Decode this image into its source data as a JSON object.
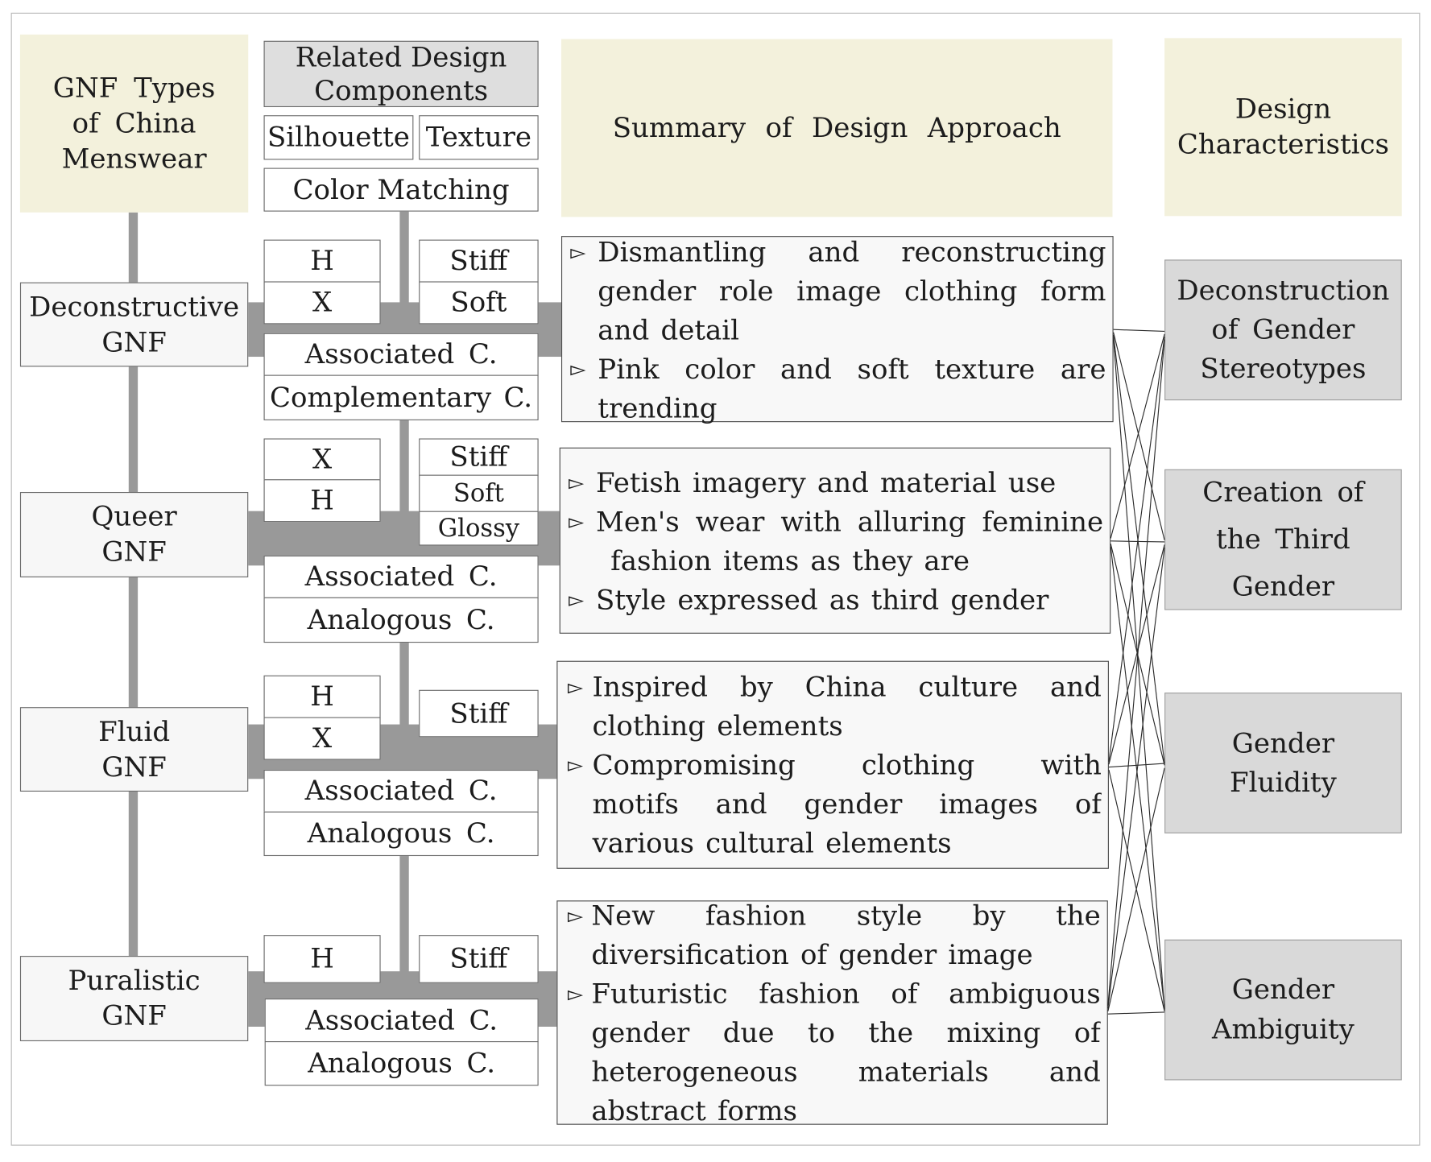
{
  "headers": {
    "gnf_types": [
      "GNF Types",
      "of China",
      "Menswear"
    ],
    "related_components": [
      "Related Design",
      "Components"
    ],
    "silhouette": "Silhouette",
    "texture": "Texture",
    "color_matching": "Color Matching",
    "summary": "Summary of Design Approach",
    "characteristics": [
      "Design",
      "Characteristics"
    ]
  },
  "gnf_types": [
    {
      "name": [
        "Deconstructive",
        "GNF"
      ],
      "silhouette": [
        "H",
        "X"
      ],
      "texture": [
        "Stiff",
        "Soft"
      ],
      "color_matching": [
        "Associated C.",
        "Complementary C."
      ]
    },
    {
      "name": [
        "Queer",
        "GNF"
      ],
      "silhouette": [
        "X",
        "H"
      ],
      "texture": [
        "Stiff",
        "Soft",
        "Glossy"
      ],
      "color_matching": [
        "Associated C.",
        "Analogous C."
      ]
    },
    {
      "name": [
        "Fluid",
        "GNF"
      ],
      "silhouette": [
        "H",
        "X"
      ],
      "texture": [
        "Stiff"
      ],
      "color_matching": [
        "Associated C.",
        "Analogous C."
      ]
    },
    {
      "name": [
        "Puralistic",
        "GNF"
      ],
      "silhouette": [
        "H"
      ],
      "texture": [
        "Stiff"
      ],
      "color_matching": [
        "Associated C.",
        "Analogous C."
      ]
    }
  ],
  "bullet_glyph": "▻",
  "summaries": [
    [
      [
        "Dismantling and reconstructing",
        "gender role image clothing form",
        "and detail"
      ],
      [
        "Pink color and soft texture are",
        "trending"
      ]
    ],
    [
      [
        "Fetish imagery and material use"
      ],
      [
        "Men's wear with alluring feminine",
        "fashion items as they are"
      ],
      [
        "Style expressed as third gender"
      ]
    ],
    [
      [
        "Inspired by China culture and",
        "clothing elements"
      ],
      [
        "Compromising clothing with",
        "motifs and gender images of",
        "various cultural elements"
      ]
    ],
    [
      [
        "New fashion style by the",
        "diversification of gender image"
      ],
      [
        "Futuristic fashion of ambiguous",
        "gender due to the mixing of",
        "heterogeneous materials and",
        "abstract forms"
      ]
    ]
  ],
  "characteristics": [
    [
      "Deconstruction",
      "of Gender",
      "Stereotypes"
    ],
    [
      "Creation of",
      "the Third",
      "Gender"
    ],
    [
      "Gender",
      "Fluidity"
    ],
    [
      "Gender",
      "Ambiguity"
    ]
  ],
  "colors": {
    "header_fill": "#f3f1dc",
    "related_header_fill": "#dedede",
    "type_fill": "#f7f7f7",
    "summary_fill": "#f8f8f8",
    "characteristic_fill": "#d9d9d9",
    "connector": "#999999"
  }
}
